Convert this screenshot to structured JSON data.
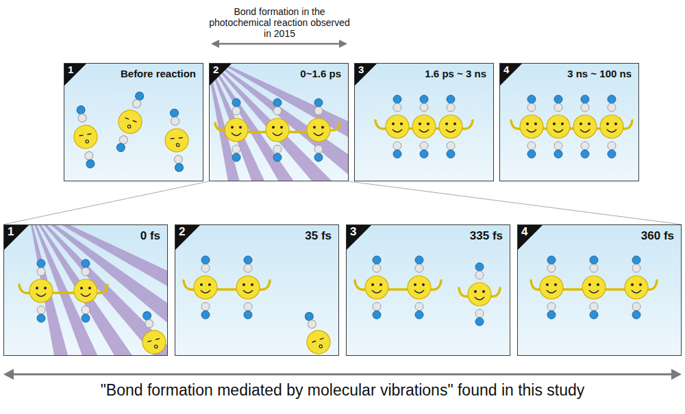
{
  "diagram": {
    "nodes": [
      {
        "text": [
          "1",
          "Before reaction"
        ]
      },
      {
        "text": [
          "2",
          "0~1.6 ps"
        ]
      },
      {
        "text": [
          "3",
          "1.6 ps ~ 3 ns"
        ]
      },
      {
        "text": [
          "4",
          "3 ns ~ 100 ns"
        ]
      },
      {
        "text": [
          "1",
          "0 fs"
        ]
      },
      {
        "text": [
          "2",
          "35 fs"
        ]
      },
      {
        "text": [
          "3",
          "335 fs"
        ]
      },
      {
        "text": [
          "4",
          "360 fs"
        ]
      }
    ],
    "labels": [
      "Bond formation in the photochemical reaction observed in 2015",
      "\"Bond formation mediated by molecular vibrations\" found in this study"
    ]
  }
}
